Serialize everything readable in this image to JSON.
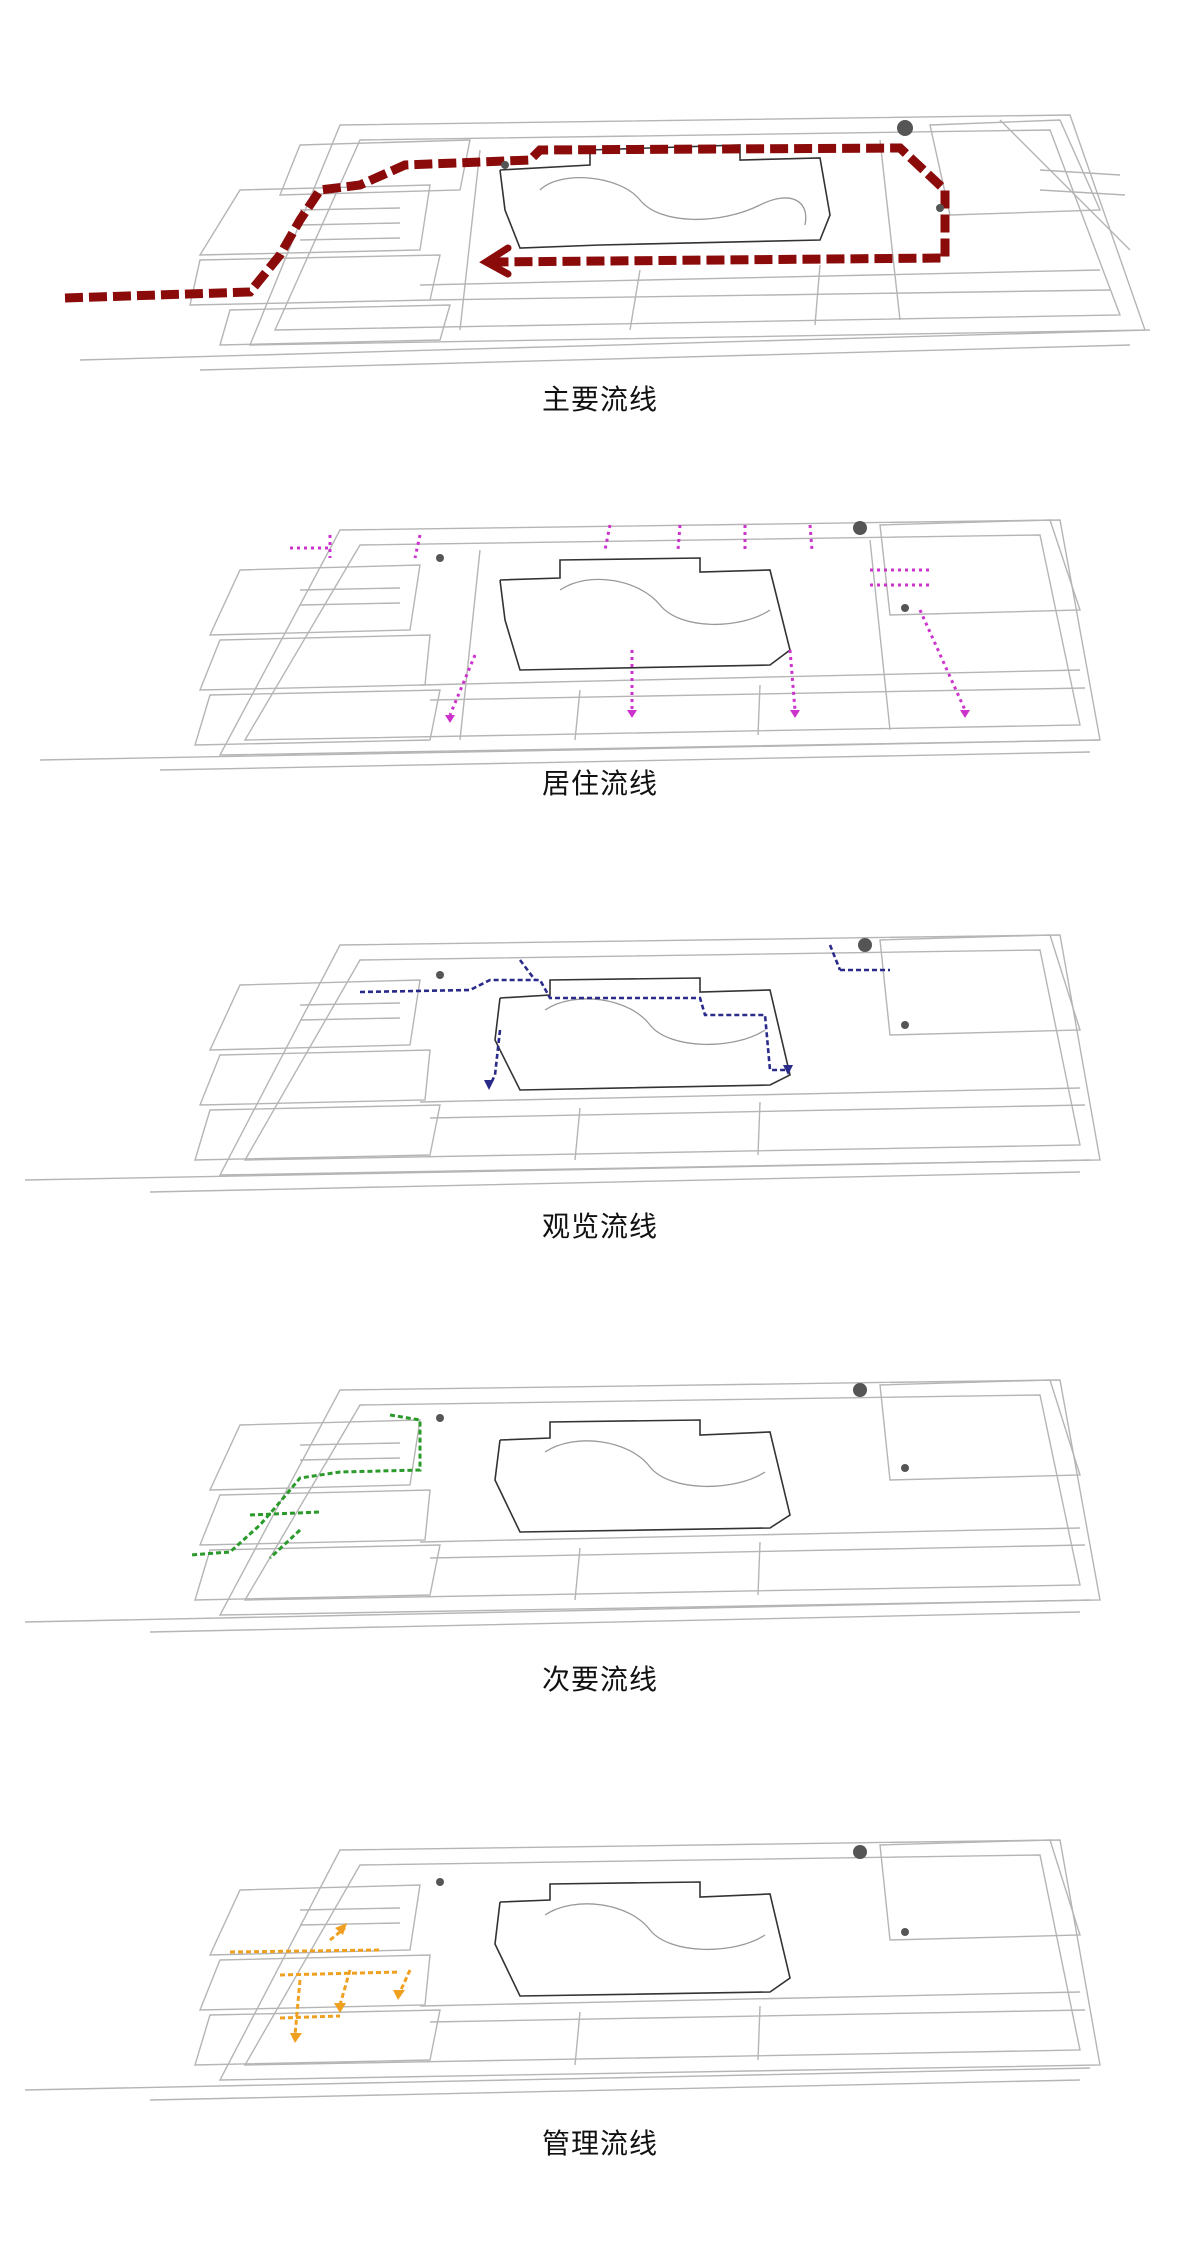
{
  "diagrams": [
    {
      "id": "main",
      "caption": "主要流线",
      "route_color": "#8b0a0a",
      "route_style": "heavy-dashed-arrow"
    },
    {
      "id": "residence",
      "caption": "居住流线",
      "route_color": "#cc33cc",
      "route_style": "dotted-arrows"
    },
    {
      "id": "viewing",
      "caption": "观览流线",
      "route_color": "#2a2a8a",
      "route_style": "dashed-with-arrows"
    },
    {
      "id": "secondary",
      "caption": "次要流线",
      "route_color": "#2a9a2a",
      "route_style": "dashed"
    },
    {
      "id": "management",
      "caption": "管理流线",
      "route_color": "#f0a020",
      "route_style": "dashed-with-arrows"
    }
  ],
  "colors": {
    "plan_line": "#b5b5b5",
    "plan_dark": "#333333",
    "background": "#ffffff"
  }
}
